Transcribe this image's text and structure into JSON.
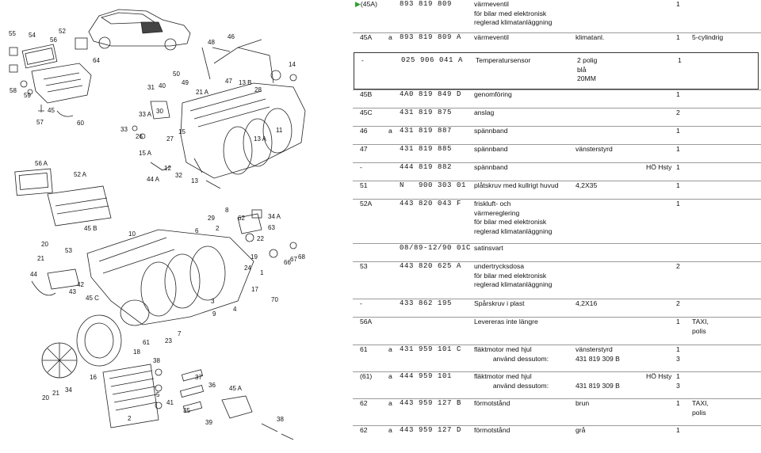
{
  "diagram": {
    "callouts": [
      "55",
      "54",
      "56",
      "52",
      "64",
      "58",
      "59",
      "57",
      "45",
      "60",
      "56 A",
      "52 A",
      "31",
      "40",
      "33 A",
      "30",
      "33",
      "26",
      "27",
      "15",
      "15 A",
      "12",
      "32",
      "44 A",
      "13",
      "48",
      "46",
      "50",
      "49",
      "21 A",
      "47",
      "13 B",
      "28",
      "14",
      "13 A",
      "11",
      "45 B",
      "53",
      "20",
      "21",
      "44",
      "42",
      "43",
      "45 C",
      "10",
      "6",
      "2",
      "29",
      "8",
      "62",
      "34 A",
      "63",
      "22",
      "19",
      "66",
      "67",
      "68",
      "24",
      "1",
      "17",
      "70",
      "9",
      "4",
      "3",
      "61",
      "23",
      "7",
      "18",
      "38",
      "16",
      "37",
      "36",
      "41",
      "35",
      "39",
      "45 A",
      "20",
      "21",
      "34",
      "2",
      "5",
      "38"
    ]
  },
  "rows": [
    {
      "pos": "(45A)",
      "arrow": true,
      "mark": "",
      "pno": "893 819 809",
      "ver": "",
      "desc": [
        "värmeventil",
        "för bilar med elektronisk",
        "reglerad klimatanläggning"
      ],
      "spec": "",
      "spec2": "",
      "qty": [
        "1"
      ],
      "rem": []
    },
    {
      "pos": "45A",
      "mark": "a",
      "pno": "893 819 809",
      "ver": "A",
      "desc": [
        "värmeventil"
      ],
      "spec": "klimatanl.",
      "spec2": "",
      "qty": [
        "1"
      ],
      "rem": [
        "5-cylindrig"
      ]
    },
    {
      "pos": "-",
      "mark": "",
      "pno": "025 906 041",
      "ver": "A",
      "desc": [
        "Temperatursensor"
      ],
      "spec": "2 polig\nblå\n20MM",
      "spec2": "",
      "qty": [
        "1"
      ],
      "rem": [],
      "boxed": true
    },
    {
      "pos": "45B",
      "mark": "",
      "pno": "4A0 819 849",
      "ver": "D",
      "desc": [
        "genomföring"
      ],
      "spec": "",
      "spec2": "",
      "qty": [
        "1"
      ],
      "rem": []
    },
    {
      "pos": "45C",
      "mark": "",
      "pno": "431 819 875",
      "ver": "",
      "desc": [
        "anslag"
      ],
      "spec": "",
      "spec2": "",
      "qty": [
        "2"
      ],
      "rem": []
    },
    {
      "pos": "46",
      "mark": "a",
      "pno": "431 819 887",
      "ver": "",
      "desc": [
        "spännband"
      ],
      "spec": "",
      "spec2": "",
      "qty": [
        "1"
      ],
      "rem": []
    },
    {
      "pos": "47",
      "mark": "",
      "pno": "431 819 885",
      "ver": "",
      "desc": [
        "spännband"
      ],
      "spec": "vänsterstyrd",
      "spec2": "",
      "qty": [
        "1"
      ],
      "rem": []
    },
    {
      "pos": "-",
      "mark": "",
      "pno": "444 819 882",
      "ver": "",
      "desc": [
        "spännband"
      ],
      "spec": "",
      "spec2": "HÖ Hsty",
      "qty": [
        "1"
      ],
      "rem": []
    },
    {
      "pos": "51",
      "mark": "",
      "pno": "N   900 303 01",
      "ver": "",
      "desc": [
        "plåtskruv med kullrigt huvud"
      ],
      "spec": "4,2X35",
      "spec2": "",
      "qty": [
        "1"
      ],
      "rem": []
    },
    {
      "pos": "52A",
      "mark": "",
      "pno": "443 820 043",
      "ver": "F",
      "desc": [
        "friskluft- och",
        "värmereglering",
        "för bilar med elektronisk",
        "reglerad klimatanläggning"
      ],
      "spec": "",
      "spec2": "",
      "qty": [
        "1"
      ],
      "rem": []
    },
    {
      "pos": "",
      "mark": "",
      "pno": "08/89-12/90 01C",
      "ver": "",
      "desc": [
        "satinsvart"
      ],
      "spec": "",
      "spec2": "",
      "qty": [],
      "rem": []
    },
    {
      "pos": "53",
      "mark": "",
      "pno": "443 820 625",
      "ver": "A",
      "desc": [
        "undertrycksdosa",
        "för bilar med elektronisk",
        "reglerad klimatanläggning"
      ],
      "spec": "",
      "spec2": "",
      "qty": [
        "2"
      ],
      "rem": []
    },
    {
      "pos": "-",
      "mark": "",
      "pno": "433 862 195",
      "ver": "",
      "desc": [
        "Spårskruv i plast"
      ],
      "spec": "4,2X16",
      "spec2": "",
      "qty": [
        "2"
      ],
      "rem": []
    },
    {
      "pos": "56A",
      "mark": "",
      "pno": "",
      "ver": "",
      "desc": [
        "Levereras inte längre"
      ],
      "spec": "",
      "spec2": "",
      "qty": [
        "1"
      ],
      "rem": [
        "TAXI,",
        "polis"
      ]
    },
    {
      "pos": "61",
      "mark": "a",
      "pno": "431 959 101",
      "ver": "C",
      "desc": [
        "fläktmotor med hjul",
        "          använd dessutom:"
      ],
      "spec": "vänsterstyrd\n431 819 309 B",
      "spec2": "",
      "qty": [
        "1",
        "3"
      ],
      "rem": []
    },
    {
      "pos": "(61)",
      "mark": "a",
      "pno": "444 959 101",
      "ver": "",
      "desc": [
        "fläktmotor med hjul",
        "          använd dessutom:"
      ],
      "spec": "\n431 819 309 B",
      "spec2": "HÖ Hsty",
      "qty": [
        "1",
        "3"
      ],
      "rem": []
    },
    {
      "pos": "62",
      "mark": "a",
      "pno": "443 959 127",
      "ver": "B",
      "desc": [
        "förmotstånd"
      ],
      "spec": "brun",
      "spec2": "",
      "qty": [
        "1"
      ],
      "rem": [
        "TAXI,",
        "polis"
      ]
    },
    {
      "pos": "62",
      "mark": "a",
      "pno": "443 959 127",
      "ver": "D",
      "desc": [
        "förmotstånd"
      ],
      "spec": "grå",
      "spec2": "",
      "qty": [
        "1"
      ],
      "rem": []
    }
  ]
}
